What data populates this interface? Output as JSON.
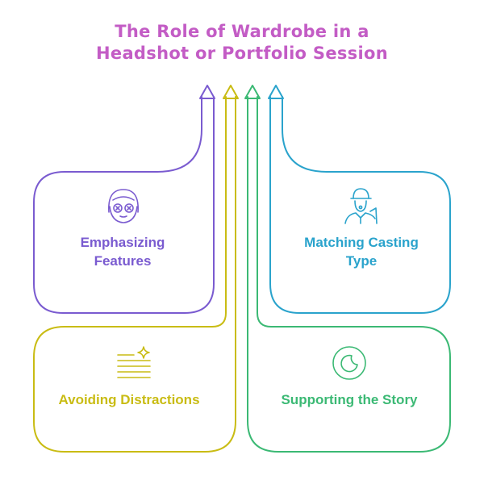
{
  "title": {
    "line1": "The Role of Wardrobe in a",
    "line2": "Headshot or Portfolio Session"
  },
  "colors": {
    "title": "#c35cc5",
    "purple": "#7a5bd0",
    "blue": "#2aa3cc",
    "yellow": "#c9bc14",
    "green": "#3bb974"
  },
  "sections": {
    "emphasizing": {
      "line1": "Emphasizing",
      "line2": "Features",
      "icon": "face-mask-icon"
    },
    "matching": {
      "line1": "Matching Casting",
      "line2": "Type",
      "icon": "detective-icon"
    },
    "avoiding": {
      "line1": "Avoiding Distractions",
      "icon": "text-lines-sparkle-icon"
    },
    "supporting": {
      "line1": "Supporting the Story",
      "icon": "crescent-moon-icon"
    }
  }
}
